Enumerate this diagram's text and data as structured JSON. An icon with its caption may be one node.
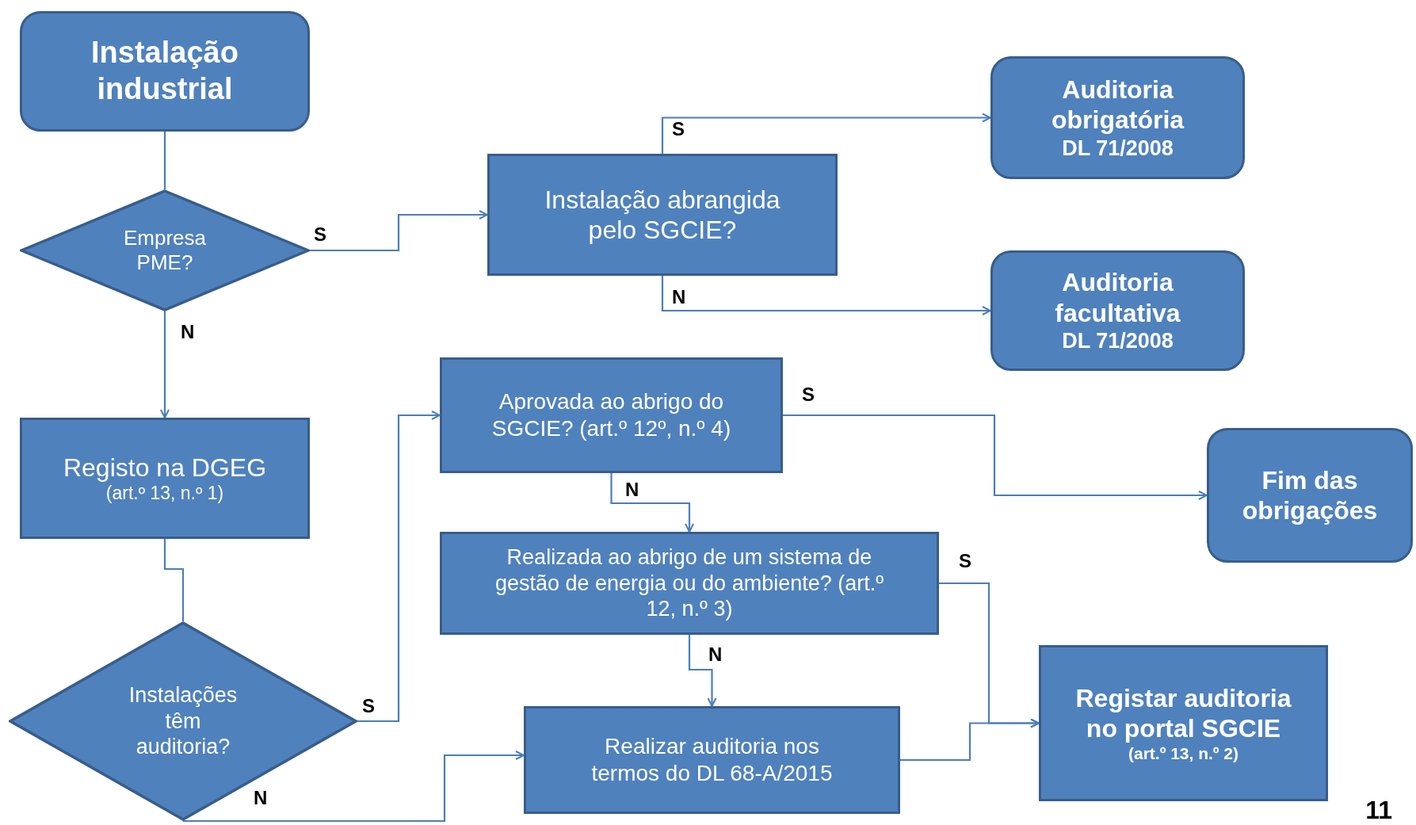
{
  "diagram": {
    "nodes": [
      {
        "text": [
          "Instalação industrial"
        ]
      },
      {
        "text": [
          "Empresa PME?"
        ]
      },
      {
        "text": [
          "Instalação abrangida pelo SGCIE?"
        ]
      },
      {
        "text": [
          "Auditoria obrigatória",
          "DL 71/2008"
        ]
      },
      {
        "text": [
          "Auditoria facultativa",
          "DL 71/2008"
        ]
      },
      {
        "text": [
          "Registo na DGEG",
          "(art.º 13, n.º 1)"
        ]
      },
      {
        "text": [
          "Aprovada ao abrigo do SGCIE? (art.º 12º, n.º 4)"
        ]
      },
      {
        "text": [
          "Fim das obrigações"
        ]
      },
      {
        "text": [
          "Realizada ao abrigo de um sistema de gestão de energia ou do ambiente? (art.º 12, n.º 3)"
        ]
      },
      {
        "text": [
          "Instalações têm auditoria?"
        ]
      },
      {
        "text": [
          "Realizar auditoria nos termos do DL 68-A/2015"
        ]
      },
      {
        "text": [
          "Registar auditoria no portal SGCIE",
          "(art.º 13, n.º 2)"
        ]
      }
    ],
    "edges": [
      {
        "from": 0,
        "to": 1,
        "arrow": "none"
      },
      {
        "from": 1,
        "to": 2,
        "arrow": "to",
        "label": "S"
      },
      {
        "from": 1,
        "to": 5,
        "arrow": "to",
        "label": "N"
      },
      {
        "from": 2,
        "to": 3,
        "arrow": "to",
        "label": "S"
      },
      {
        "from": 2,
        "to": 4,
        "arrow": "to",
        "label": "N"
      },
      {
        "from": 5,
        "to": 9,
        "arrow": "none"
      },
      {
        "from": 9,
        "to": 6,
        "arrow": "to",
        "label": "S"
      },
      {
        "from": 9,
        "to": 10,
        "arrow": "to",
        "label": "N"
      },
      {
        "from": 6,
        "to": 7,
        "arrow": "to",
        "label": "S"
      },
      {
        "from": 6,
        "to": 8,
        "arrow": "to",
        "label": "N"
      },
      {
        "from": 8,
        "to": 11,
        "arrow": "to",
        "label": "S"
      },
      {
        "from": 8,
        "to": 10,
        "arrow": "to",
        "label": "N"
      },
      {
        "from": 10,
        "to": 11,
        "arrow": "to"
      }
    ],
    "labels": [
      "11"
    ]
  }
}
